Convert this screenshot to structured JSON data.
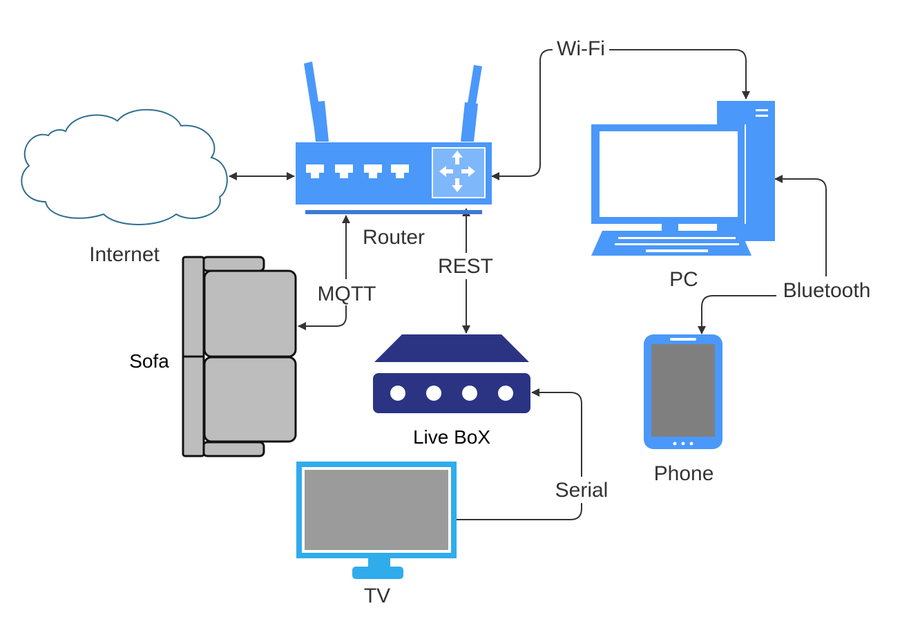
{
  "colors": {
    "device_blue": "#4a98fa",
    "router_stripe": "#3b79d8",
    "cloud_stroke": "#2f6e8f",
    "livebox_navy": "#2b3483",
    "tv_blue": "#30acec",
    "tv_screen": "#9b9b9b",
    "phone_screen": "#7f7f7f",
    "sofa_gray": "#bdbdbd",
    "connector": "#333333"
  },
  "nodes": {
    "internet": {
      "label": "Internet",
      "icon": "cloud-icon"
    },
    "router": {
      "label": "Router",
      "icon": "router-icon"
    },
    "pc": {
      "label": "PC",
      "icon": "desktop-computer-icon"
    },
    "sofa": {
      "label": "Sofa",
      "icon": "sofa-icon"
    },
    "livebox": {
      "label": "Live BoX",
      "icon": "set-top-box-icon"
    },
    "phone": {
      "label": "Phone",
      "icon": "smartphone-icon"
    },
    "tv": {
      "label": "TV",
      "icon": "television-icon"
    }
  },
  "edges": {
    "wifi": {
      "label": "Wi-Fi",
      "from": "Router",
      "to": "PC"
    },
    "mqtt": {
      "label": "MQTT",
      "from": "Router",
      "to": "Sofa"
    },
    "rest": {
      "label": "REST",
      "from": "Router",
      "to": "Live BoX"
    },
    "bluetooth": {
      "label": "Bluetooth",
      "from": "PC",
      "to": "Phone"
    },
    "serial": {
      "label": "Serial",
      "from": "TV",
      "to": "Live BoX"
    },
    "internet_link": {
      "label": "",
      "from": "Internet",
      "to": "Router"
    }
  }
}
